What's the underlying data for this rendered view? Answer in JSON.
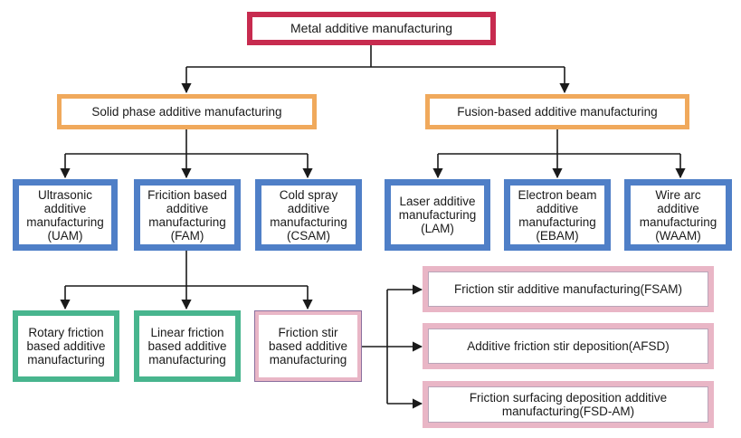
{
  "root": "Metal additive manufacturing",
  "phases": {
    "solid": "Solid phase additive manufacturing",
    "fusion": "Fusion-based additive manufacturing"
  },
  "solid_processes": {
    "uam": "Ultrasonic\nadditive\nmanufacturing\n(UAM)",
    "fam": "Fricition based\nadditive\nmanufacturing\n(FAM)",
    "csam": "Cold spray\nadditive\nmanufacturing\n(CSAM)"
  },
  "fusion_processes": {
    "lam": "Laser additive\nmanufacturing\n(LAM)",
    "ebam": "Electron beam\nadditive\nmanufacturing\n(EBAM)",
    "waam": "Wire arc\nadditive\nmanufacturing\n(WAAM)"
  },
  "friction_types": {
    "rotary": "Rotary friction\nbased additive\nmanufacturing",
    "linear": "Linear friction\nbased additive\nmanufacturing",
    "stir": "Friction stir\nbased additive\nmanufacturing"
  },
  "stir_variants": {
    "fsam": "Friction stir additive manufacturing(FSAM)",
    "afsd": "Additive friction stir deposition(AFSD)",
    "fsdam": "Friction surfacing deposition additive\nmanufacturing(FSD-AM)"
  }
}
